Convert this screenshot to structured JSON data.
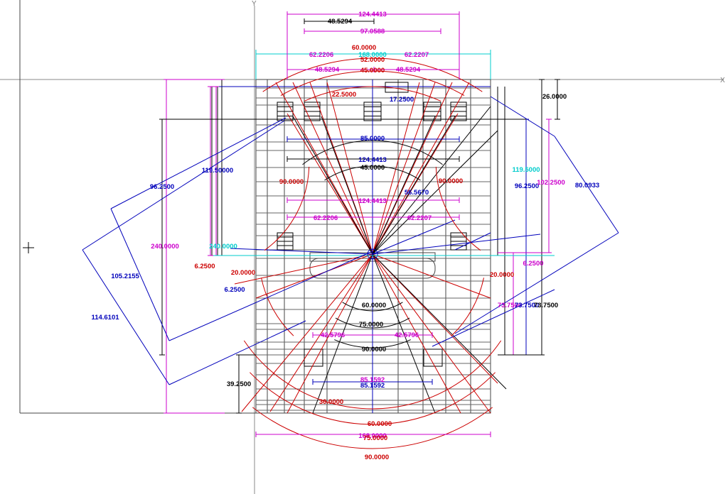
{
  "colors": {
    "magenta": "#cc00cc",
    "red": "#cc0000",
    "blue": "#0000bb",
    "cyan": "#00cccc",
    "black": "#000000",
    "grid": "#444444"
  },
  "axis": {
    "x_label": "X",
    "y_label": "Y"
  },
  "cursor_icon": "crosshair-icon",
  "dimensions": [
    {
      "text": "124.4413",
      "color": "magenta"
    },
    {
      "text": "48.5294",
      "color": "black"
    },
    {
      "text": "97.0588",
      "color": "magenta"
    },
    {
      "text": "60.0000",
      "color": "red"
    },
    {
      "text": "62.2206",
      "color": "magenta"
    },
    {
      "text": "168.0000",
      "color": "cyan"
    },
    {
      "text": "62.2207",
      "color": "magenta"
    },
    {
      "text": "52.0000",
      "color": "red"
    },
    {
      "text": "48.5294",
      "color": "magenta"
    },
    {
      "text": "45.0000",
      "color": "red"
    },
    {
      "text": "48.5294",
      "color": "magenta"
    },
    {
      "text": "26.0000",
      "color": "black"
    },
    {
      "text": "22.5000",
      "color": "red"
    },
    {
      "text": "17.2500",
      "color": "blue"
    },
    {
      "text": "85.0000",
      "color": "blue"
    },
    {
      "text": "124.4413",
      "color": "blue"
    },
    {
      "text": "45.0000",
      "color": "black"
    },
    {
      "text": "119.5000",
      "color": "cyan"
    },
    {
      "text": "119.50000",
      "color": "blue"
    },
    {
      "text": "96.2500",
      "color": "blue"
    },
    {
      "text": "90.0000",
      "color": "red"
    },
    {
      "text": "90.0000",
      "color": "red"
    },
    {
      "text": "56.5670",
      "color": "blue"
    },
    {
      "text": "124.4413",
      "color": "magenta"
    },
    {
      "text": "96.2500",
      "color": "blue"
    },
    {
      "text": "102.2500",
      "color": "magenta"
    },
    {
      "text": "80.0933",
      "color": "blue"
    },
    {
      "text": "62.2206",
      "color": "magenta"
    },
    {
      "text": "62.2207",
      "color": "magenta"
    },
    {
      "text": "240.0000",
      "color": "magenta"
    },
    {
      "text": "240.0000",
      "color": "cyan"
    },
    {
      "text": "6.2500",
      "color": "red"
    },
    {
      "text": "20.0000",
      "color": "red"
    },
    {
      "text": "6.2500",
      "color": "blue"
    },
    {
      "text": "105.2155",
      "color": "blue"
    },
    {
      "text": "114.6101",
      "color": "blue"
    },
    {
      "text": "20.0000",
      "color": "red"
    },
    {
      "text": "6.2500",
      "color": "magenta"
    },
    {
      "text": "60.0000",
      "color": "black"
    },
    {
      "text": "75.0000",
      "color": "black"
    },
    {
      "text": "73.7500",
      "color": "magenta"
    },
    {
      "text": "73.7500",
      "color": "blue"
    },
    {
      "text": "73.7500",
      "color": "black"
    },
    {
      "text": "42.5796",
      "color": "magenta"
    },
    {
      "text": "42.5796",
      "color": "magenta"
    },
    {
      "text": "90.0000",
      "color": "black"
    },
    {
      "text": "39.2500",
      "color": "black"
    },
    {
      "text": "85.1592",
      "color": "magenta"
    },
    {
      "text": "85.1592",
      "color": "blue"
    },
    {
      "text": "30.0000",
      "color": "red"
    },
    {
      "text": "60.0000",
      "color": "red"
    },
    {
      "text": "168.0000",
      "color": "magenta"
    },
    {
      "text": "75.0000",
      "color": "red"
    },
    {
      "text": "90.0000",
      "color": "red"
    }
  ]
}
